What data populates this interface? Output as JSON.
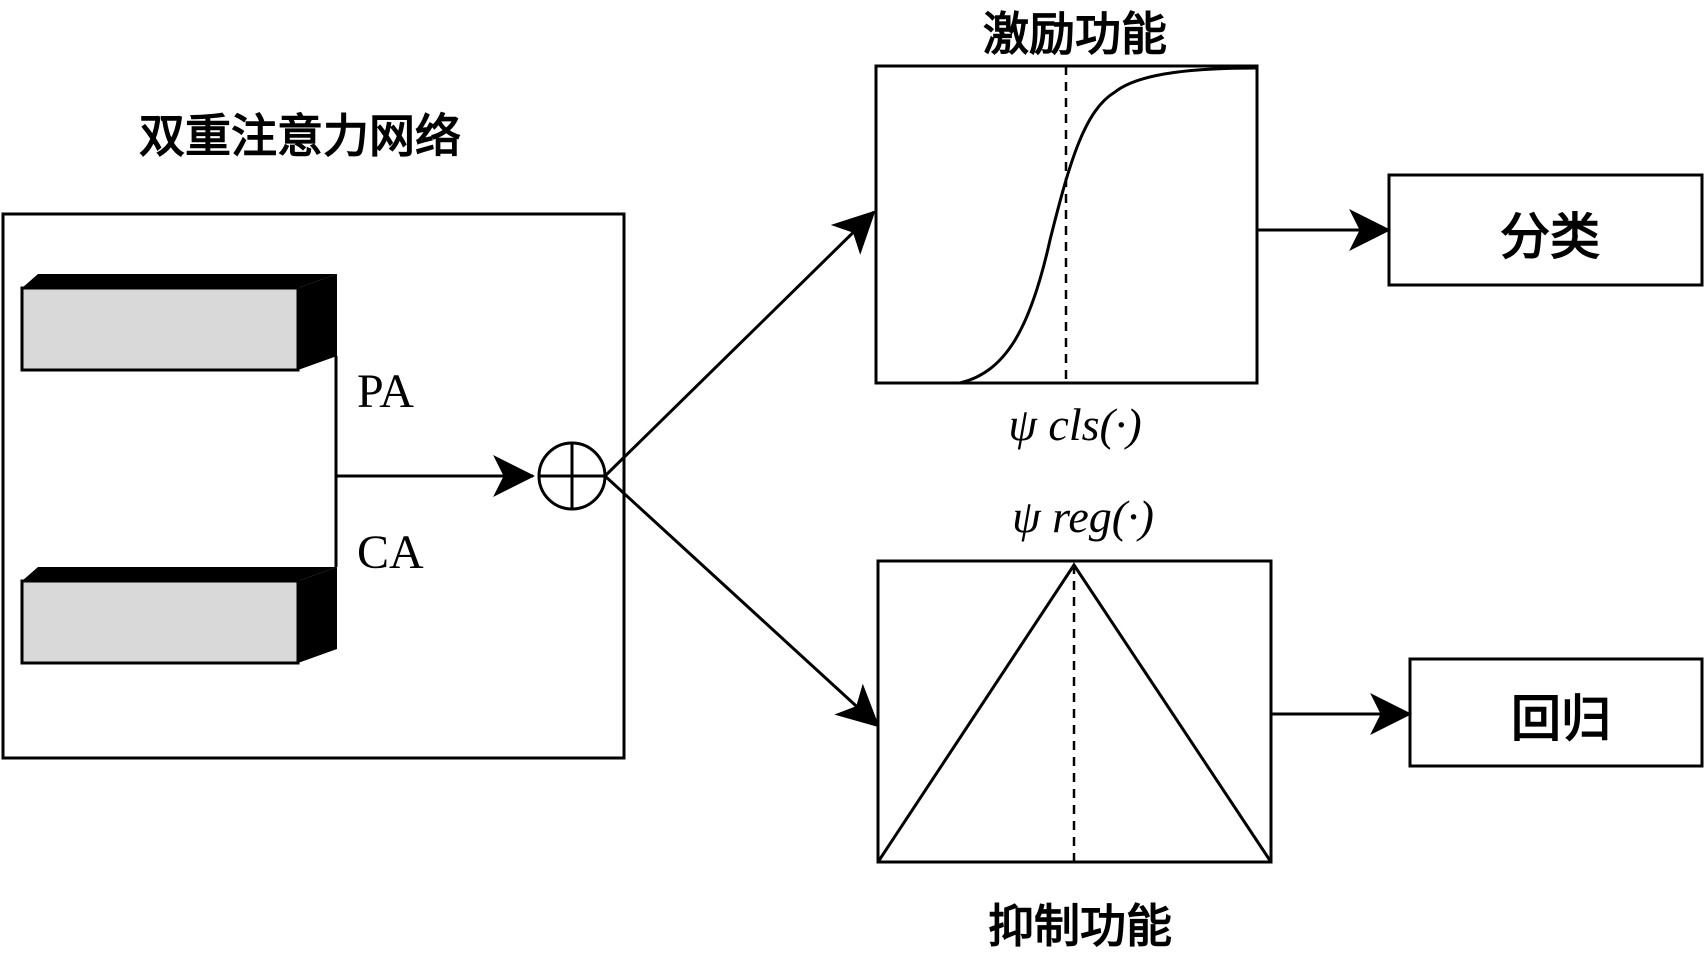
{
  "network": {
    "title": "双重注意力网络",
    "pa_label": "PA",
    "ca_label": "CA"
  },
  "excitation": {
    "title": "激励功能",
    "func_label": "ψ cls(·)"
  },
  "suppression": {
    "title": "抑制功能",
    "func_label": "ψ reg(·)"
  },
  "outputs": {
    "classification": "分类",
    "regression": "回归"
  }
}
